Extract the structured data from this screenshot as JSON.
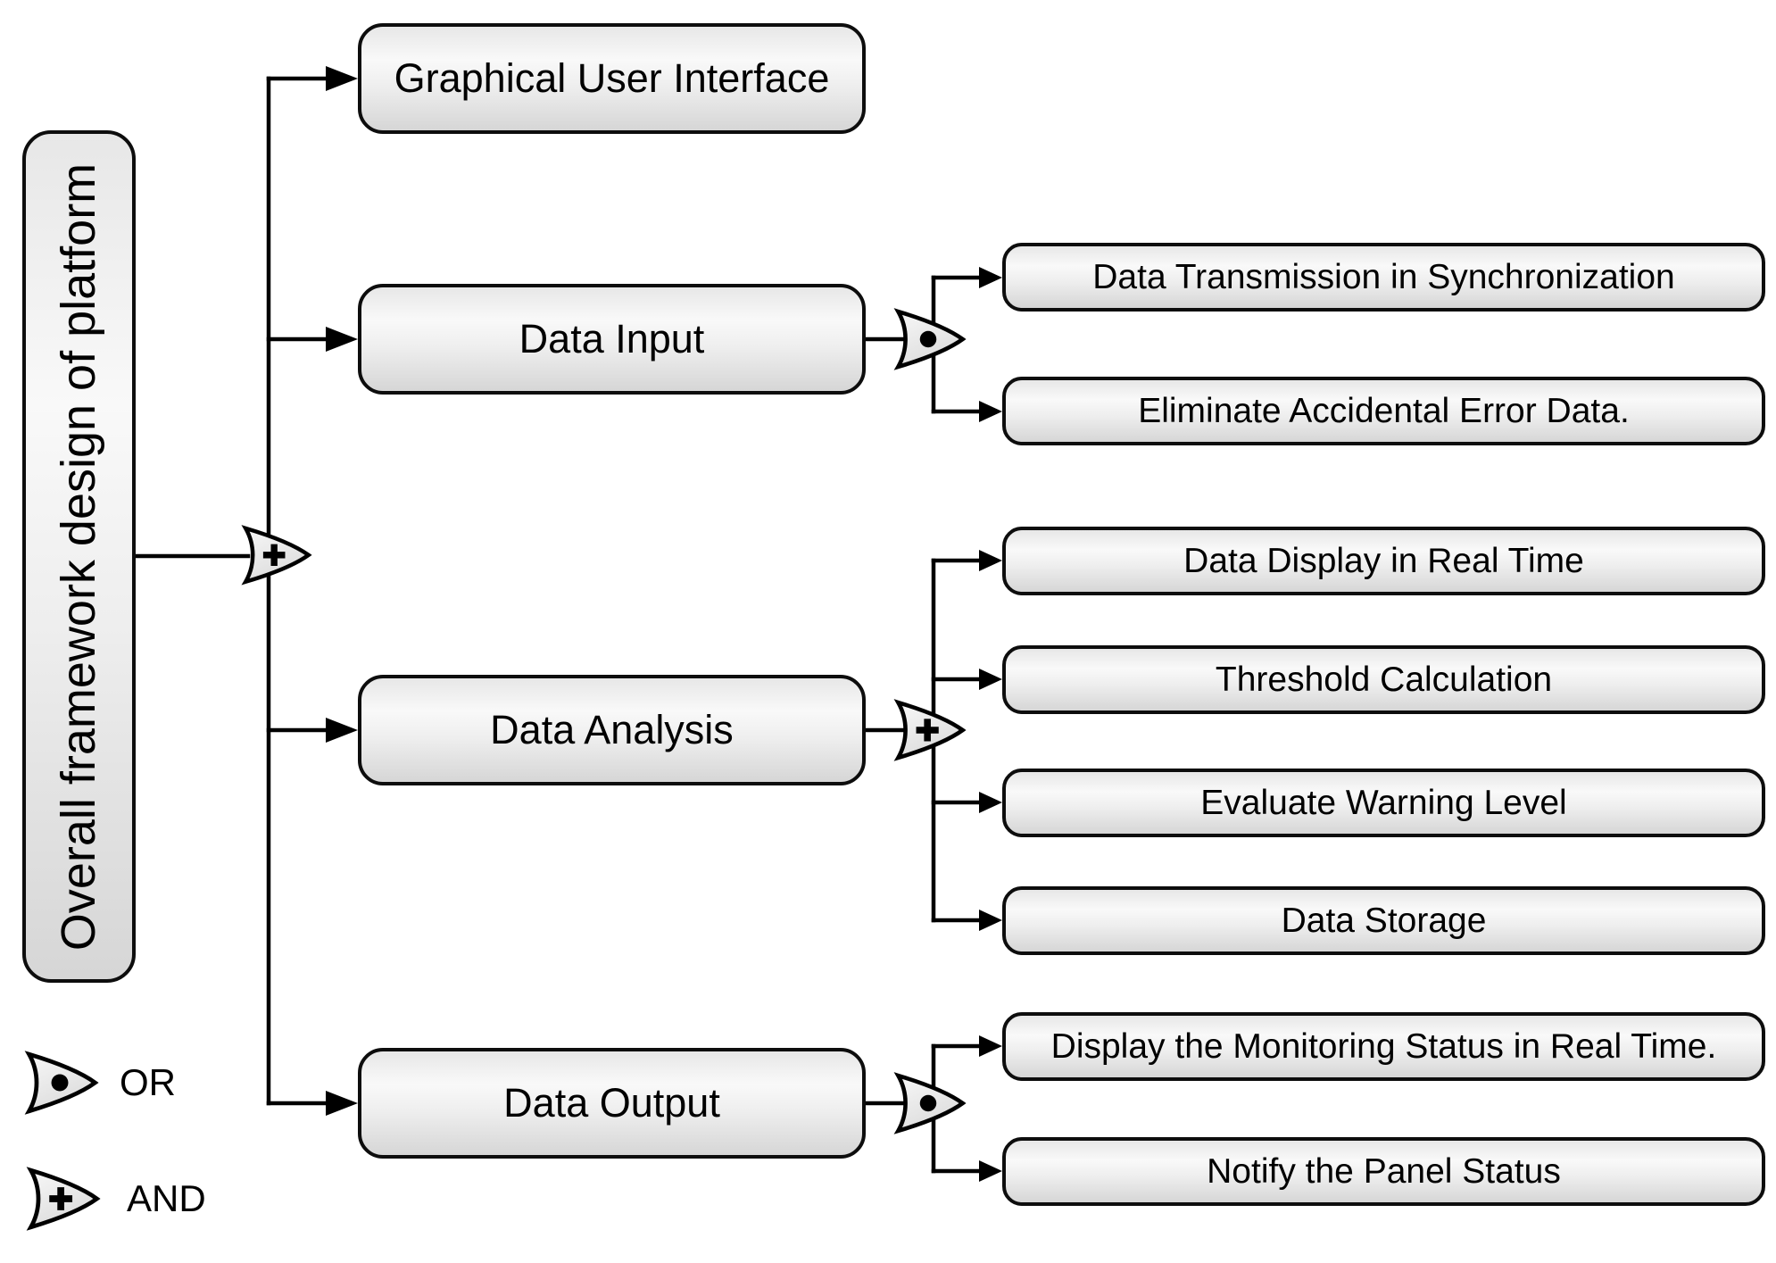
{
  "diagram": {
    "title_box": {
      "label": "Overall framework design of platform"
    },
    "main_gate": {
      "type": "AND"
    },
    "branches": [
      {
        "label": "Graphical User Interface",
        "gate": "",
        "children": []
      },
      {
        "label": "Data Input",
        "gate": "OR",
        "children": [
          "Data Transmission in Synchronization",
          "Eliminate Accidental Error Data."
        ]
      },
      {
        "label": "Data Analysis",
        "gate": "AND",
        "children": [
          "Data Display in Real Time",
          "Threshold Calculation",
          "Evaluate Warning Level",
          "Data Storage"
        ]
      },
      {
        "label": "Data Output",
        "gate": "OR",
        "children": [
          "Display the Monitoring Status in Real Time.",
          "Notify the Panel Status"
        ]
      }
    ],
    "legend": [
      {
        "gate": "OR",
        "label": "OR"
      },
      {
        "gate": "AND",
        "label": "AND"
      }
    ],
    "colors": {
      "line": "#000000",
      "box_border": "#0d0d0d",
      "box_fill_top": "#e7e7e7",
      "box_fill_mid": "#f9f9f9",
      "box_fill_bottom": "#d6d6d6"
    }
  }
}
